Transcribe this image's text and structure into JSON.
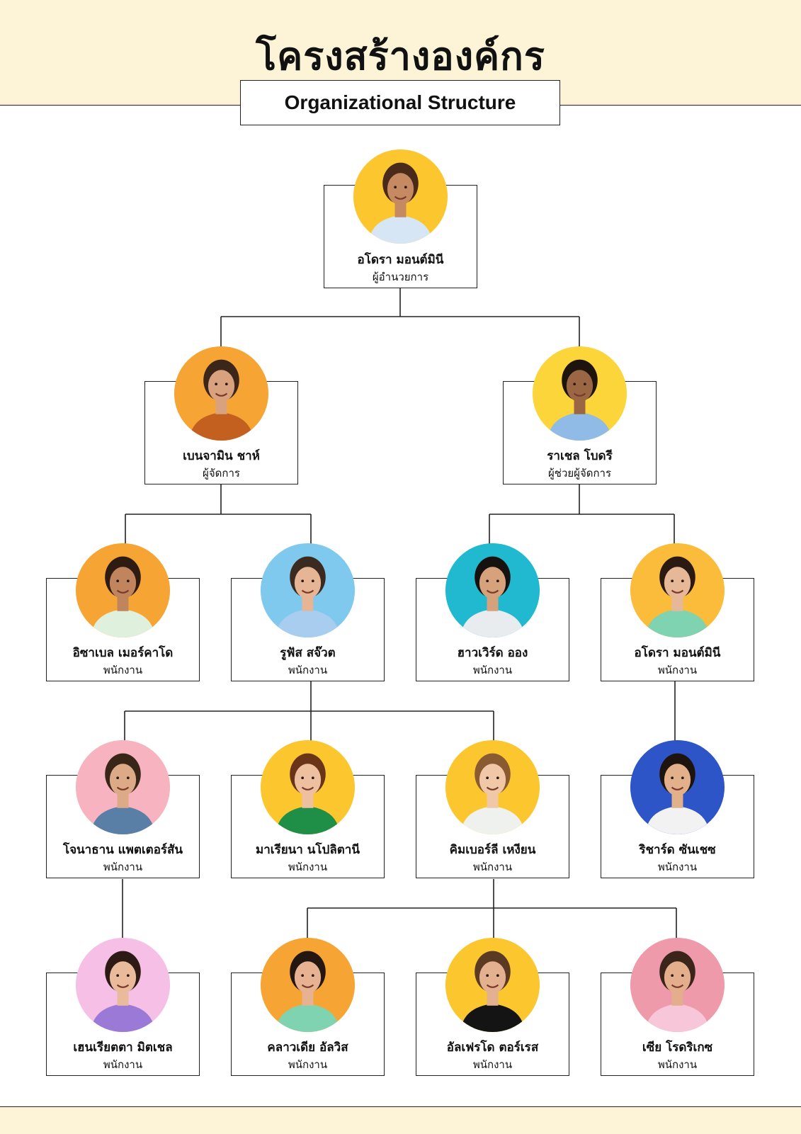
{
  "header": {
    "title": "โครงสร้างองค์กร",
    "subtitle": "Organizational Structure"
  },
  "people": [
    {
      "name": "อโดรา มอนต์มินี",
      "role": "ผู้อำนวยการ",
      "bg": "#fbc62e",
      "hair": "#4a2a18",
      "skin": "#c58a62",
      "shirt": "#d6e6f5"
    },
    {
      "name": "เบนจามิน ชาห์",
      "role": "ผู้จัดการ",
      "bg": "#f6a534",
      "hair": "#3b2619",
      "skin": "#d9a27e",
      "shirt": "#c4601f"
    },
    {
      "name": "ราเชล โบดรี",
      "role": "ผู้ช่วยผู้จัดการ",
      "bg": "#fbd53a",
      "hair": "#1e140e",
      "skin": "#9b6644",
      "shirt": "#8fbbe6"
    },
    {
      "name": "อิซาเบล เมอร์คาโด",
      "role": "พนักงาน",
      "bg": "#f6a534",
      "hair": "#2e1b12",
      "skin": "#c0855d",
      "shirt": "#dff0dc"
    },
    {
      "name": "รูฟัส สจ๊วต",
      "role": "พนักงาน",
      "bg": "#7fc8ee",
      "hair": "#3b2a1f",
      "skin": "#e6b596",
      "shirt": "#a9cdef"
    },
    {
      "name": "ฮาวเวิร์ด ออง",
      "role": "พนักงาน",
      "bg": "#21b9cf",
      "hair": "#161210",
      "skin": "#d6a27c",
      "shirt": "#e9ecee"
    },
    {
      "name": "อโดรา มอนต์มินี",
      "role": "พนักงาน",
      "bg": "#fbbb3b",
      "hair": "#2b1a12",
      "skin": "#e7b898",
      "shirt": "#7fd3b1"
    },
    {
      "name": "โจนาธาน แพตเตอร์สัน",
      "role": "พนักงาน",
      "bg": "#f7b3bf",
      "hair": "#3a2619",
      "skin": "#dcaa86",
      "shirt": "#5a7fa6"
    },
    {
      "name": "มาเรียนา นโปลิตานี",
      "role": "พนักงาน",
      "bg": "#fbc62e",
      "hair": "#6a3418",
      "skin": "#eec0a0",
      "shirt": "#1f8f48"
    },
    {
      "name": "คิมเบอร์ลี เหงียน",
      "role": "พนักงาน",
      "bg": "#fbc62e",
      "hair": "#8a5a30",
      "skin": "#f0c8a8",
      "shirt": "#eef1ee"
    },
    {
      "name": "ริชาร์ด ซันเชซ",
      "role": "พนักงาน",
      "bg": "#2e55c8",
      "hair": "#1e140e",
      "skin": "#e3b08c",
      "shirt": "#f2f2f2"
    },
    {
      "name": "เฮนเรียตตา มิตเชล",
      "role": "พนักงาน",
      "bg": "#f5bfe6",
      "hair": "#2e1a14",
      "skin": "#e9bb9b",
      "shirt": "#9a7ad6"
    },
    {
      "name": "คลาวเดีย อัลวิส",
      "role": "พนักงาน",
      "bg": "#f6a534",
      "hair": "#241610",
      "skin": "#e6b291",
      "shirt": "#7fd3b1"
    },
    {
      "name": "อัลเฟรโด ตอร์เรส",
      "role": "พนักงาน",
      "bg": "#fbc62e",
      "hair": "#5a3a22",
      "skin": "#e3b090",
      "shirt": "#141414"
    },
    {
      "name": "เซีย โรดริเกซ",
      "role": "พนักงาน",
      "bg": "#ee9aaa",
      "hair": "#3b2419",
      "skin": "#e4ae8c",
      "shirt": "#f7c6d8"
    }
  ]
}
